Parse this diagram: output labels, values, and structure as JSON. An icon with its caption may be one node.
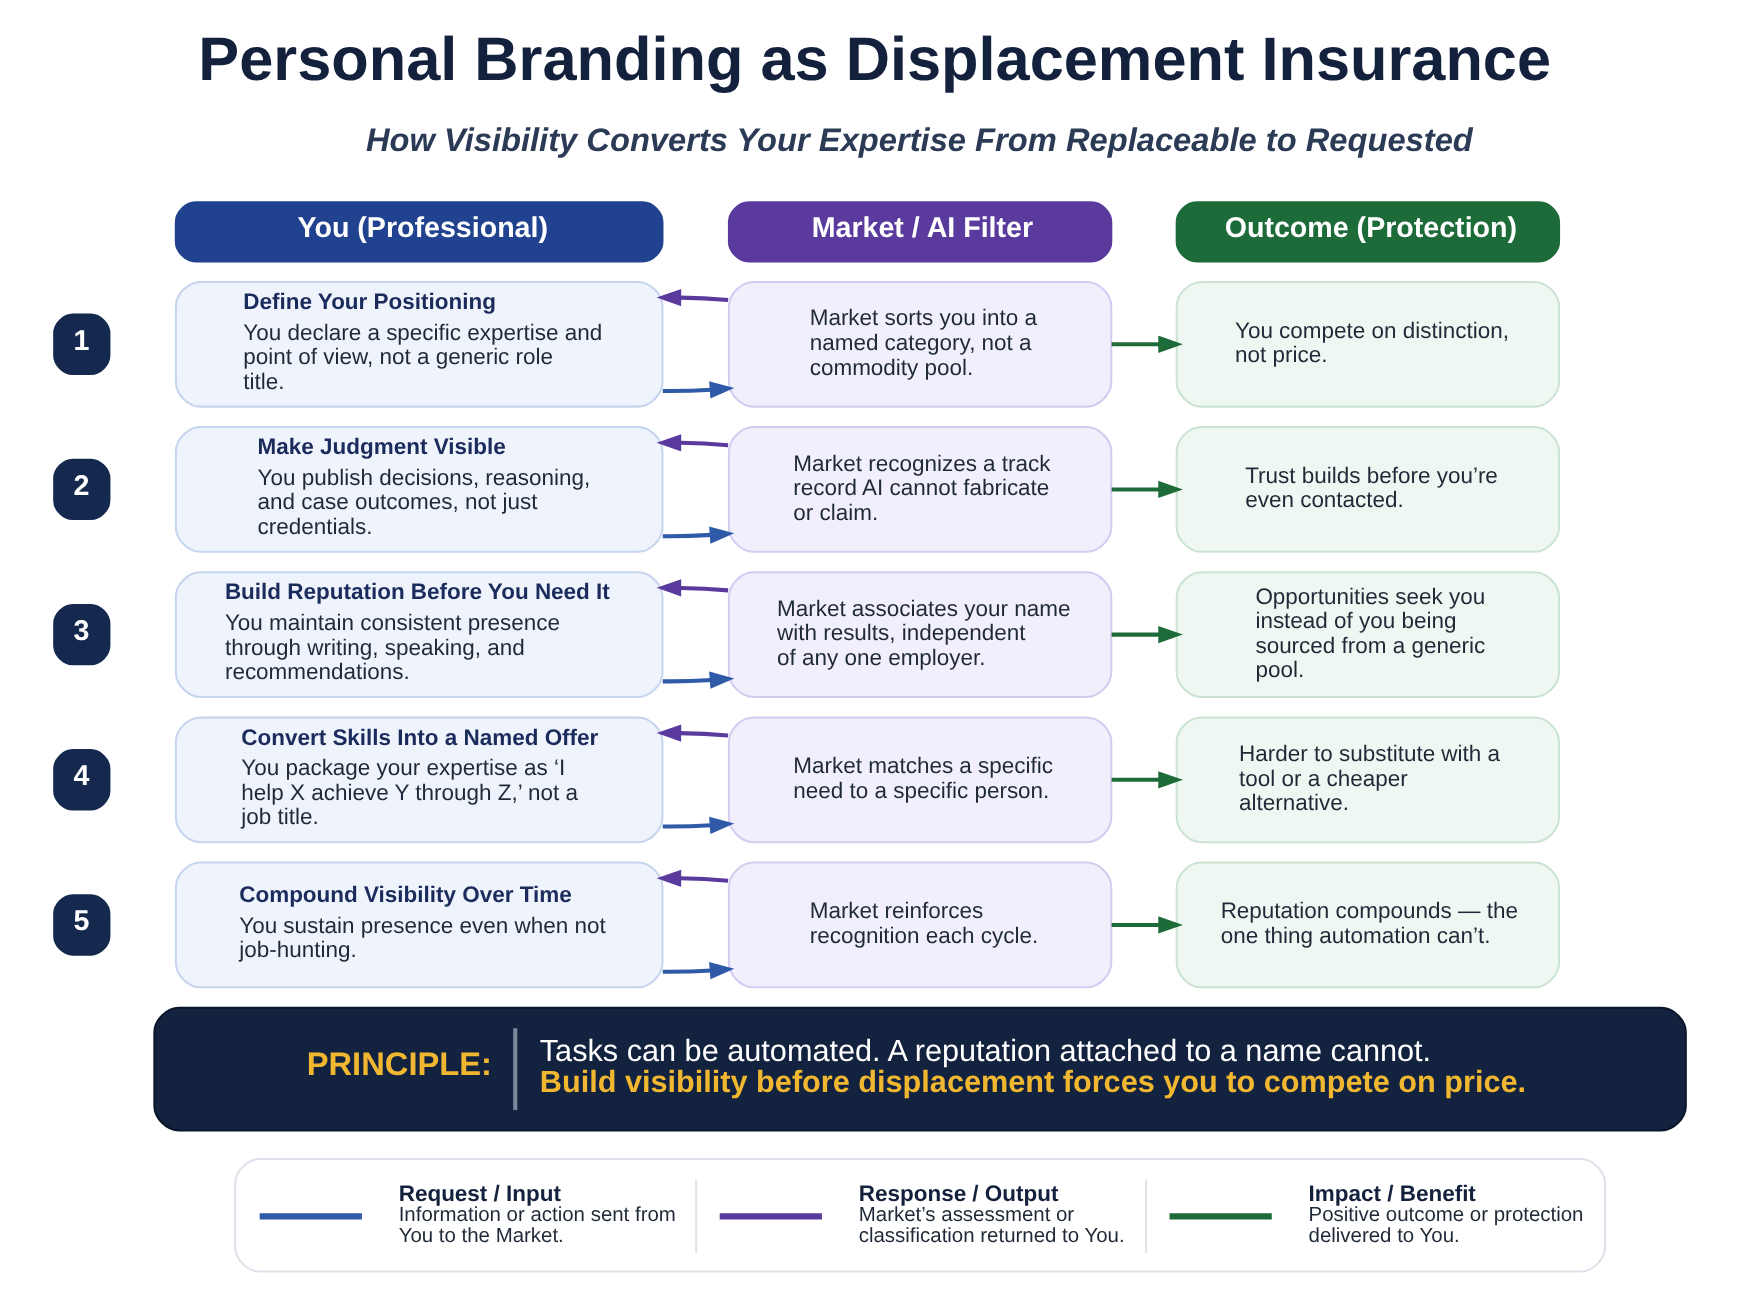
{
  "diagram": {
    "title": "Personal Branding as Displacement Insurance",
    "nodes": [
      {
        "text": [
          "You (Professional)"
        ]
      },
      {
        "text": [
          "Market / AI Filter"
        ]
      },
      {
        "text": [
          "Outcome (Protection)"
        ]
      },
      {
        "text": [
          "1"
        ]
      },
      {
        "text": [
          "Define Your Positioning",
          "You declare a specific expertise and point of view, not a generic role title."
        ]
      },
      {
        "text": [
          "Market sorts you into a named category, not a commodity pool."
        ]
      },
      {
        "text": [
          "You compete on distinction, not price."
        ]
      },
      {
        "text": [
          "2"
        ]
      },
      {
        "text": [
          "Make Judgment Visible",
          "You publish decisions, reasoning, and case outcomes, not just credentials."
        ]
      },
      {
        "text": [
          "Market recognizes a track record AI cannot fabricate or claim."
        ]
      },
      {
        "text": [
          "Trust builds before you’re even contacted."
        ]
      },
      {
        "text": [
          "3"
        ]
      },
      {
        "text": [
          "Build Reputation Before You Need It",
          "You maintain consistent presence through writing, speaking, and recommendations."
        ]
      },
      {
        "text": [
          "Market associates your name with results, independent of any one employer."
        ]
      },
      {
        "text": [
          "Opportunities seek you instead of you being sourced from a generic pool."
        ]
      },
      {
        "text": [
          "4"
        ]
      },
      {
        "text": [
          "Convert Skills Into a Named Offer",
          "You package your expertise as ‘I help X achieve Y through Z,’ not a job title."
        ]
      },
      {
        "text": [
          "Market matches a specific need to a specific person."
        ]
      },
      {
        "text": [
          "Harder to substitute with a tool or a cheaper alternative."
        ]
      },
      {
        "text": [
          "5"
        ]
      },
      {
        "text": [
          "Compound Visibility Over Time",
          "You sustain presence even when not job-hunting."
        ]
      },
      {
        "text": [
          "Market reinforces recognition each cycle."
        ]
      },
      {
        "text": [
          "Reputation compounds — the one thing automation can’t."
        ]
      },
      {
        "text": [
          "PRINCIPLE:",
          "Tasks can be automated. A reputation attached to a name cannot.",
          "Build visibility before displacement forces you to compete on price."
        ]
      }
    ],
    "edges": [
      {
        "from": 4,
        "to": 5,
        "arrow": "to",
        "color": "#2f5aa8"
      },
      {
        "from": 5,
        "to": 4,
        "arrow": "to",
        "color": "#5b3a9e"
      },
      {
        "from": 5,
        "to": 6,
        "arrow": "to",
        "color": "#1e6b3a"
      },
      {
        "from": 8,
        "to": 9,
        "arrow": "to",
        "color": "#2f5aa8"
      },
      {
        "from": 9,
        "to": 8,
        "arrow": "to",
        "color": "#5b3a9e"
      },
      {
        "from": 9,
        "to": 10,
        "arrow": "to",
        "color": "#1e6b3a"
      },
      {
        "from": 12,
        "to": 13,
        "arrow": "to",
        "color": "#2f5aa8"
      },
      {
        "from": 13,
        "to": 12,
        "arrow": "to",
        "color": "#5b3a9e"
      },
      {
        "from": 13,
        "to": 14,
        "arrow": "to",
        "color": "#1e6b3a"
      },
      {
        "from": 16,
        "to": 17,
        "arrow": "to",
        "color": "#2f5aa8"
      },
      {
        "from": 17,
        "to": 16,
        "arrow": "to",
        "color": "#5b3a9e"
      },
      {
        "from": 17,
        "to": 18,
        "arrow": "to",
        "color": "#1e6b3a"
      },
      {
        "from": 20,
        "to": 21,
        "arrow": "to",
        "color": "#2f5aa8"
      },
      {
        "from": 21,
        "to": 20,
        "arrow": "to",
        "color": "#5b3a9e"
      },
      {
        "from": 21,
        "to": 22,
        "arrow": "to",
        "color": "#1e6b3a"
      }
    ],
    "labels": [
      "How Visibility Converts Your Expertise From Replaceable to Requested",
      "Information or action sent from You to the Market.",
      "Market’s assessment or classification returned to You.",
      "Positive outcome or protection delivered to You."
    ],
    "legend": [
      {
        "text": "Request / Input"
      },
      {
        "text": "Response / Output"
      },
      {
        "text": "Impact / Benefit"
      }
    ]
  }
}
